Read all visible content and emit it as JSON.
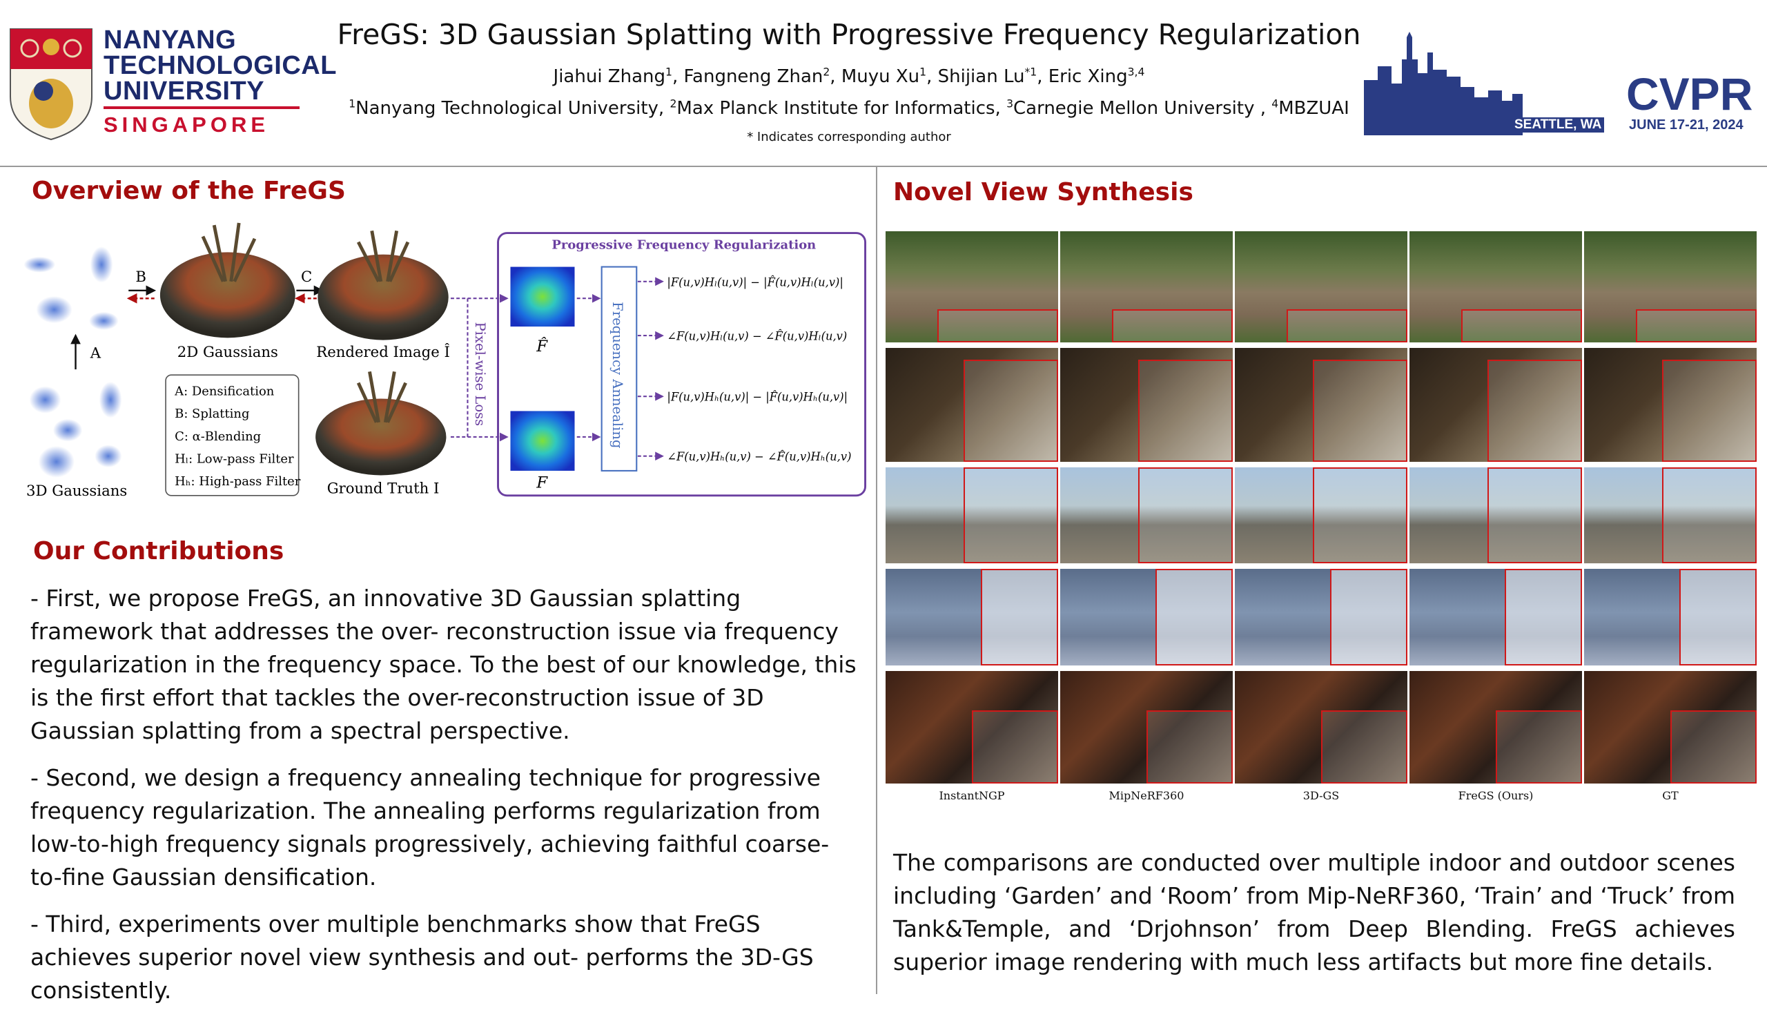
{
  "header": {
    "title": "FreGS: 3D Gaussian Splatting with Progressive Frequency Regularization",
    "authors": [
      {
        "name": "Jiahui Zhang",
        "sup": "1"
      },
      {
        "name": "Fangneng Zhan",
        "sup": "2"
      },
      {
        "name": "Muyu Xu",
        "sup": "1"
      },
      {
        "name": "Shijian Lu",
        "sup": "*1"
      },
      {
        "name": "Eric Xing",
        "sup": "3,4"
      }
    ],
    "affiliations": [
      {
        "sup": "1",
        "name": "Nanyang Technological University, "
      },
      {
        "sup": "2",
        "name": "Max Planck Institute for Informatics, "
      },
      {
        "sup": "3",
        "name": "Carnegie Mellon University , "
      },
      {
        "sup": "4",
        "name": "MBZUAI"
      }
    ],
    "note": "* Indicates corresponding author",
    "ntu_logo": {
      "lines": [
        "NANYANG",
        "TECHNOLOGICAL",
        "UNIVERSITY"
      ],
      "sub": "SINGAPORE"
    },
    "cvpr_logo": {
      "name": "CVPR",
      "location": "SEATTLE, WA",
      "dates": "JUNE 17-21, 2024"
    }
  },
  "overview": {
    "title": "Overview of the FreGS",
    "labels": {
      "gauss3d": "3D Gaussians",
      "gauss2d": "2D Gaussians",
      "rendered": "Rendered Image Î",
      "gt": "Ground Truth I",
      "A": "A",
      "B": "B",
      "C": "C",
      "pixel_loss": "Pixel-wise Loss",
      "pfr": "Progressive Frequency Regularization",
      "fhat": "F̂",
      "f": "F",
      "annealing": "Frequency Annealing"
    },
    "legend": [
      "A:  Densification",
      "B:  Splatting",
      "C:  α-Blending",
      "Hₗ:  Low-pass Filter",
      "Hₕ:  High-pass Filter"
    ],
    "formulas": [
      "|F(u,v)Hₗ(u,v)| − |F̂(u,v)Hₗ(u,v)|",
      "∠F(u,v)Hₗ(u,v) − ∠F̂(u,v)Hₗ(u,v)",
      "|F(u,v)Hₕ(u,v)| − |F̂(u,v)Hₕ(u,v)|",
      "∠F(u,v)Hₕ(u,v) − ∠F̂(u,v)Hₕ(u,v)"
    ]
  },
  "contributions": {
    "title": "Our Contributions",
    "items": [
      "- First, we propose FreGS, an innovative 3D Gaussian splatting framework that addresses the over- reconstruction issue via frequency regularization in the frequency space. To the best of our knowledge, this is the first effort that tackles the over-reconstruction issue of 3D Gaussian splatting from a spectral perspective.",
      "- Second, we design a frequency annealing technique for progressive frequency regularization. The annealing performs regularization from low-to-high frequency signals progressively, achieving faithful coarse-to-fine Gaussian densification.",
      "- Third, experiments over multiple benchmarks show that FreGS achieves superior novel view synthesis and out- performs the 3D-GS consistently."
    ]
  },
  "nvs": {
    "title": "Novel View Synthesis",
    "methods": [
      "InstantNGP",
      "MipNeRF360",
      "3D-GS",
      "FreGS (Ours)",
      "GT"
    ],
    "scenes": [
      {
        "name": "garden",
        "bg": "linear-gradient(180deg,#3d5a2a 0%,#6b7a4a 35%,#8a7a62 55%,#7d6a55 75%,#4f6a34 100%)"
      },
      {
        "name": "room",
        "bg": "linear-gradient(135deg,#2a2118 0%,#4a3a28 40%,#7a6a52 65%,#b8b0a0 100%)"
      },
      {
        "name": "train",
        "bg": "linear-gradient(180deg,#a9c3dd 0%,#b8c8cf 40%,#6e6c63 60%,#8a8272 100%)"
      },
      {
        "name": "truck",
        "bg": "linear-gradient(180deg,#5a6d8a 0%,#8094b0 45%,#6f7f99 70%,#a3aec2 100%)"
      },
      {
        "name": "drjohnson",
        "bg": "linear-gradient(135deg,#3a2015 0%,#6a3a22 35%,#2a1e18 60%,#7a6a5a 100%)"
      }
    ],
    "description": "The comparisons are conducted over multiple indoor and outdoor scenes including ‘Garden’ and ‘Room’ from Mip-NeRF360, ‘Train’ and ‘Truck’ from Tank&Temple, and ‘Drjohnson’ from Deep Blending. FreGS achieves superior image rendering with much less artifacts but more fine details."
  },
  "colors": {
    "accent": "#a30d0d",
    "purple": "#6a3fa0",
    "blue": "#4a72c0"
  }
}
